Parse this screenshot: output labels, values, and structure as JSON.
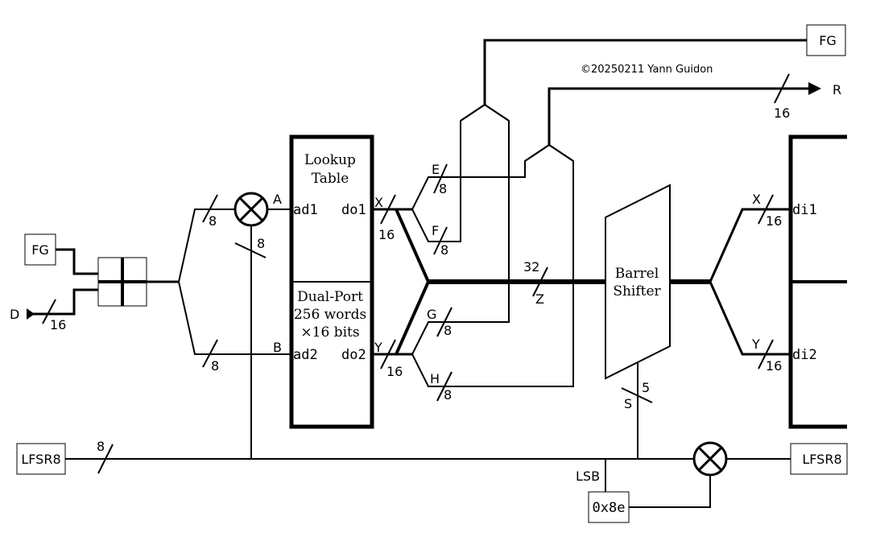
{
  "copyright": "©20250211 Yann Guidon",
  "blocks": {
    "fg_left": "FG",
    "fg_right": "FG",
    "lfsr_left": "LFSR8",
    "lfsr_right": "LFSR8",
    "const": "0x8e",
    "ram_title1": "Lookup",
    "ram_title2": "Table",
    "ram_desc1": "Dual-Port",
    "ram_desc2": "256 words",
    "ram_desc3": "×16 bits",
    "shifter1": "Barrel",
    "shifter2": "Shifter"
  },
  "ports": {
    "ad1": "ad1",
    "ad2": "ad2",
    "do1": "do1",
    "do2": "do2",
    "di1": "di1",
    "di2": "di2"
  },
  "signals": {
    "D": "D",
    "A": "A",
    "B": "B",
    "X_in": "X",
    "Y_in": "Y",
    "X_out": "X",
    "Y_out": "Y",
    "E": "E",
    "F": "F",
    "G": "G",
    "H": "H",
    "Z": "Z",
    "S": "S",
    "R": "R",
    "LSB": "LSB"
  },
  "widths": {
    "d_in": "16",
    "a_in": "8",
    "b_in": "8",
    "xor_side": "8",
    "x_do1": "16",
    "y_do2": "16",
    "e": "8",
    "f": "8",
    "g": "8",
    "h": "8",
    "z": "32",
    "s": "5",
    "r": "16",
    "x_di1": "16",
    "y_di2": "16",
    "lfsr_left": "8"
  }
}
